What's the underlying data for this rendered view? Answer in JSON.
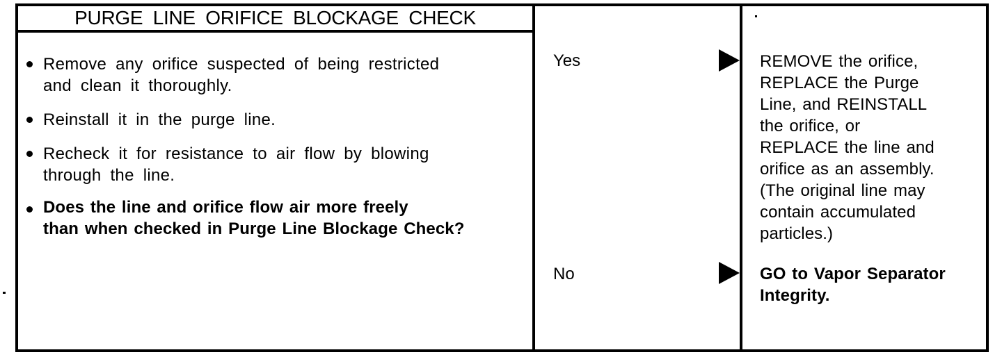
{
  "page": {
    "title": "PURGE LINE ORIFICE BLOCKAGE CHECK",
    "steps": [
      {
        "text": "Remove any orifice suspected of being restricted\nand clean it thoroughly."
      },
      {
        "text": "Reinstall it in the purge line."
      },
      {
        "text": "Recheck it for resistance to air flow by blowing\nthrough the line."
      },
      {
        "text": "Does the line and orifice flow air more freely\nthan when checked in Purge Line Blockage Check?"
      }
    ],
    "results": [
      {
        "answer": "Yes",
        "action": "REMOVE the orifice,\nREPLACE the Purge\nLine, and REINSTALL\nthe orifice, or\nREPLACE the line and\norifice as an assembly.\n(The original line may\ncontain accumulated\nparticles.)"
      },
      {
        "answer": "No",
        "action": "GO to Vapor Separator\nIntegrity."
      }
    ],
    "colors": {
      "ink": "#000000",
      "paper": "#ffffff"
    }
  }
}
